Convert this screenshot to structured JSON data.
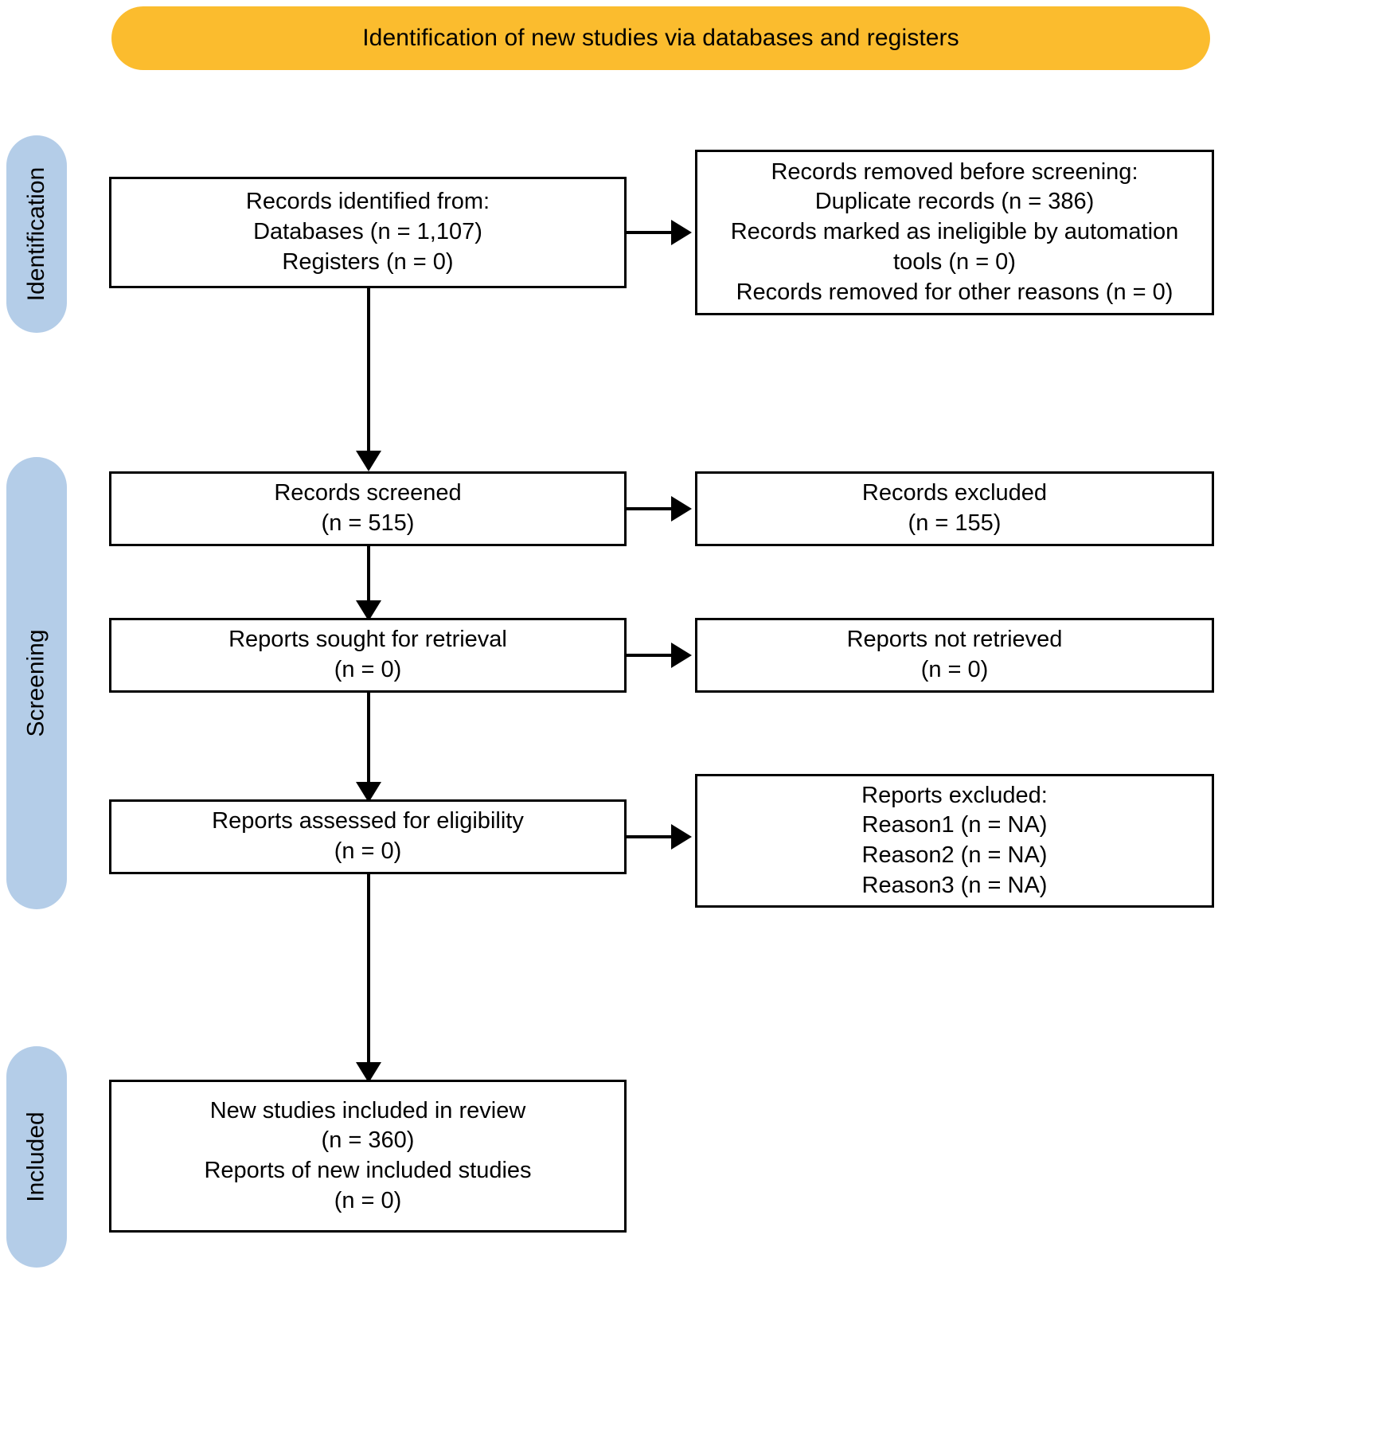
{
  "title": "Identification of new studies via databases and registers",
  "stages": [
    {
      "label": "Identification"
    },
    {
      "label": "Screening"
    },
    {
      "label": "Included"
    }
  ],
  "boxes": {
    "identified": {
      "lines": [
        "Records identified from:",
        "Databases (n = 1,107)",
        "Registers (n = 0)"
      ]
    },
    "removed": {
      "lines": [
        "Records removed before screening:",
        "Duplicate records (n = 386)",
        "Records marked as ineligible by automation tools (n = 0)",
        "Records removed for other reasons (n = 0)"
      ]
    },
    "screened": {
      "lines": [
        "Records screened",
        "(n = 515)"
      ]
    },
    "excluded": {
      "lines": [
        "Records excluded",
        "(n = 155)"
      ]
    },
    "sought": {
      "lines": [
        "Reports sought for retrieval",
        "(n = 0)"
      ]
    },
    "not_retrieved": {
      "lines": [
        "Reports not retrieved",
        "(n = 0)"
      ]
    },
    "assessed": {
      "lines": [
        "Reports assessed for eligibility",
        "(n = 0)"
      ]
    },
    "reports_excluded": {
      "lines": [
        "Reports excluded:",
        "Reason1 (n = NA)",
        "Reason2 (n = NA)",
        "Reason3 (n = NA)"
      ]
    },
    "included": {
      "lines": [
        "New studies included in review",
        "(n = 360)",
        "Reports of new included studies",
        "(n = 0)"
      ]
    }
  },
  "colors": {
    "banner": "#fbbc2e",
    "stage_bar": "#b4cde8",
    "box_border": "#000000",
    "box_fill": "#ffffff"
  }
}
